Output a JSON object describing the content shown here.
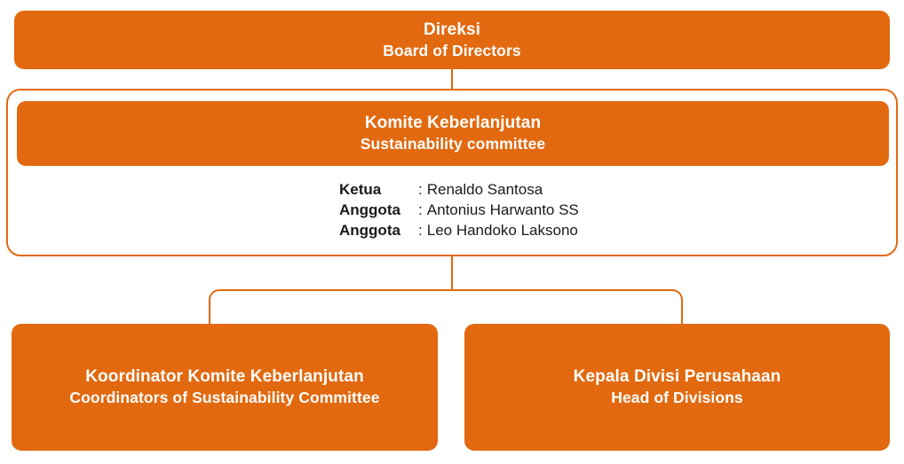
{
  "chart": {
    "type": "org-chart",
    "accent_color": "#E2690F",
    "text_color_on_accent": "#FFFFFF",
    "text_color_body": "#1A1A1A",
    "background": "#FFFFFF"
  },
  "nodes": {
    "directors": {
      "title_id": "Direksi",
      "title_en": "Board of Directors"
    },
    "committee": {
      "title_id": "Komite Keberlanjutan",
      "title_en": "Sustainability committee",
      "members": [
        {
          "role": "Ketua",
          "separator": ":",
          "name": "Renaldo Santosa"
        },
        {
          "role": "Anggota",
          "separator": ":",
          "name": "Antonius Harwanto SS"
        },
        {
          "role": "Anggota",
          "separator": ":",
          "name": "Leo Handoko Laksono"
        }
      ]
    },
    "coordinators": {
      "title_id": "Koordinator Komite Keberlanjutan",
      "title_en": "Coordinators of Sustainability Committee"
    },
    "divisions": {
      "title_id": "Kepala Divisi Perusahaan",
      "title_en": "Head of Divisions"
    }
  }
}
